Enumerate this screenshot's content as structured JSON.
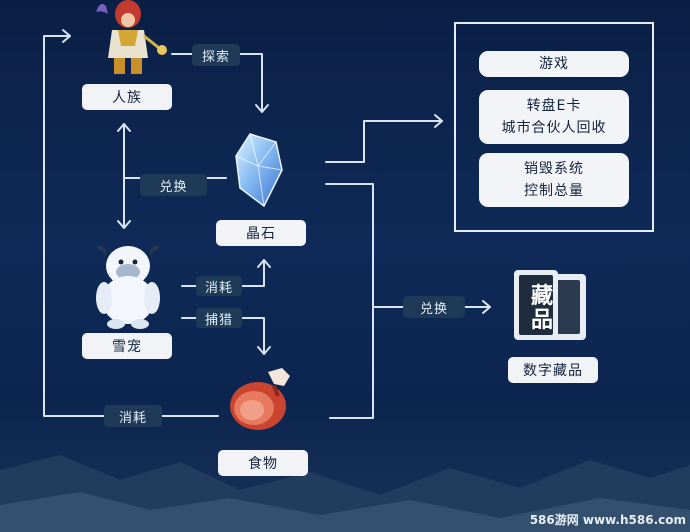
{
  "nodes": {
    "human": "人族",
    "crystal": "晶石",
    "yeti": "雪宠",
    "food": "食物",
    "digital": "数字藏品"
  },
  "edges": {
    "explore": "探索",
    "exchange_left": "兑换",
    "consume_top": "消耗",
    "hunt": "捕猎",
    "consume_bottom": "消耗",
    "exchange_right": "兑换"
  },
  "right_box": {
    "game": "游戏",
    "wheel_line1": "转盘E卡",
    "wheel_line2": "城市合伙人回收",
    "destroy_line1": "销毁系统",
    "destroy_line2": "控制总量"
  },
  "card": {
    "line1": "藏",
    "line2": "品"
  },
  "watermark": "586游网 www.h586.com"
}
